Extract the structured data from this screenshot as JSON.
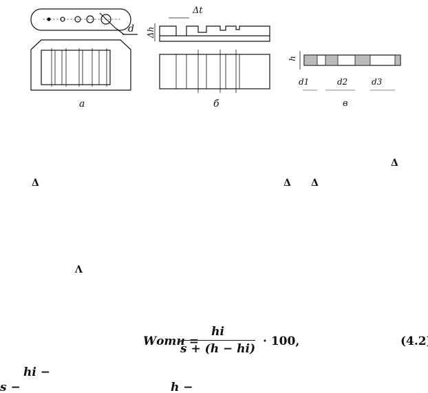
{
  "figure": {
    "panels": [
      {
        "label": "а",
        "dims": [
          "d"
        ]
      },
      {
        "label": "б",
        "dims": [
          "Δt",
          "Δh"
        ]
      },
      {
        "label": "в",
        "dims": [
          "h",
          "d1",
          "d2",
          "d3"
        ]
      }
    ]
  },
  "text_symbols": [
    "Δ",
    "Δ",
    "Δ",
    "Δ",
    "Λ"
  ],
  "formula": {
    "lhs": "Wотн =",
    "numerator": "hi",
    "denominator": "s + (h − hi)",
    "tail": "· 100,",
    "number": "(4.2)"
  },
  "definitions": [
    "hi −",
    "s −",
    "h −"
  ]
}
